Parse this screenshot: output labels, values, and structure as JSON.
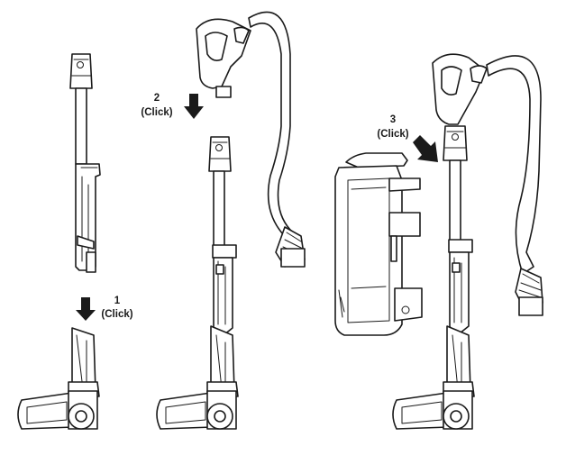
{
  "steps": [
    {
      "number": "1",
      "action": "(Click)"
    },
    {
      "number": "2",
      "action": "(Click)"
    },
    {
      "number": "3",
      "action": "(Click)"
    }
  ],
  "icons": [
    "down-arrow-icon",
    "diagonal-arrow-icon"
  ],
  "colors": {
    "line": "#1a1a1a",
    "background": "#ffffff"
  }
}
